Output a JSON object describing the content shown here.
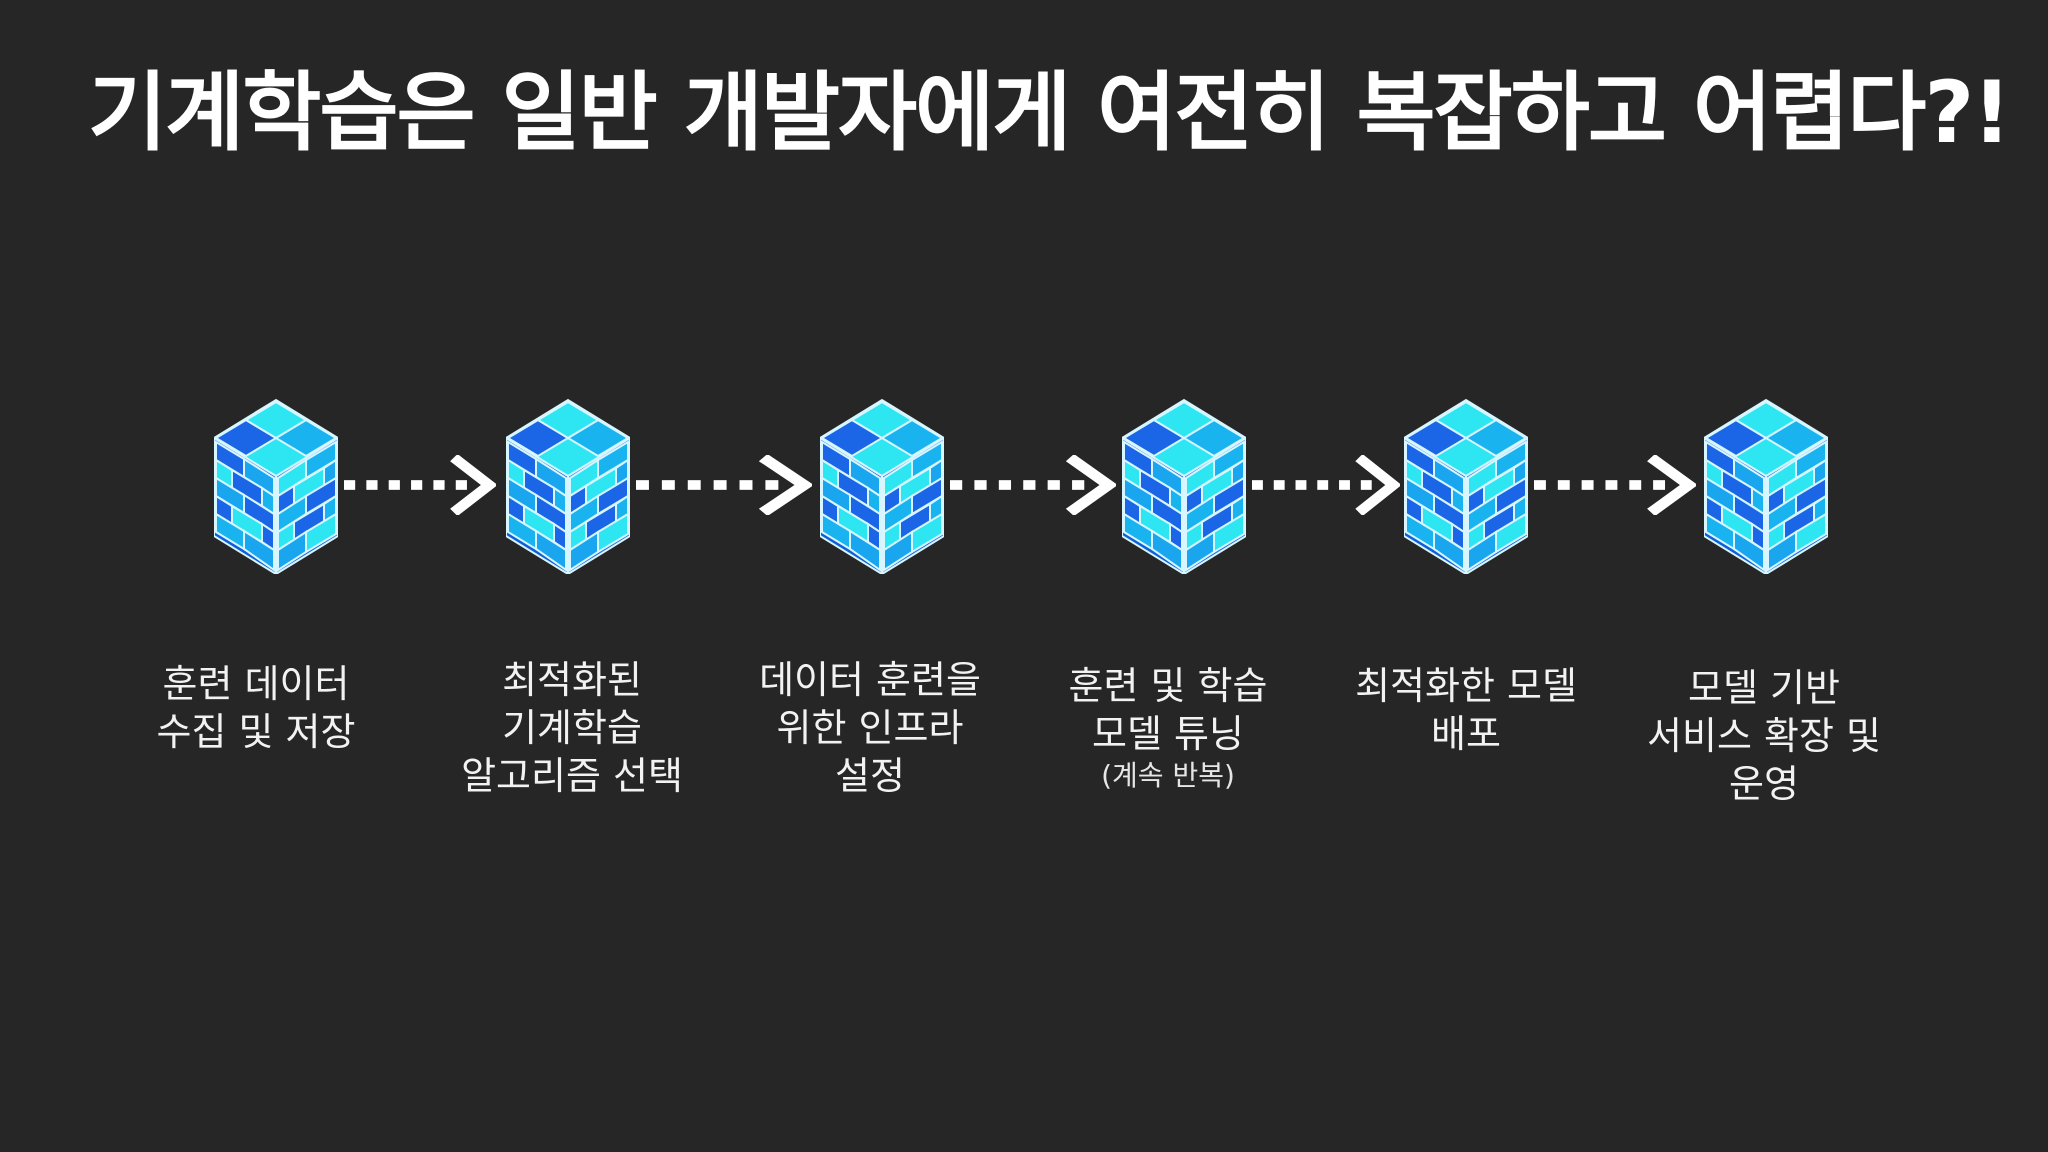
{
  "title": "기계학습은 일반 개발자에게 여전히 복잡하고 어렵다?!",
  "colors": {
    "background": "#262626",
    "brick_dark": "#1a66e6",
    "brick_mid": "#19b3f0",
    "brick_light": "#2ee6f2",
    "brick_edge": "#d8f6ff",
    "arrow": "#ffffff"
  },
  "icon": "brick-wall-icon",
  "steps": [
    {
      "lines": [
        "훈련 데이터",
        "수집 및 저장"
      ]
    },
    {
      "lines": [
        "최적화된",
        "기계학습",
        "알고리즘 선택"
      ]
    },
    {
      "lines": [
        "데이터 훈련을",
        "위한 인프라",
        "설정"
      ]
    },
    {
      "lines": [
        "훈련 및 학습",
        "모델 튜닝"
      ],
      "note": "(계속 반복)"
    },
    {
      "lines": [
        "최적화한 모델",
        "배포"
      ]
    },
    {
      "lines": [
        "모델 기반",
        "서비스 확장 및",
        "운영"
      ]
    }
  ]
}
